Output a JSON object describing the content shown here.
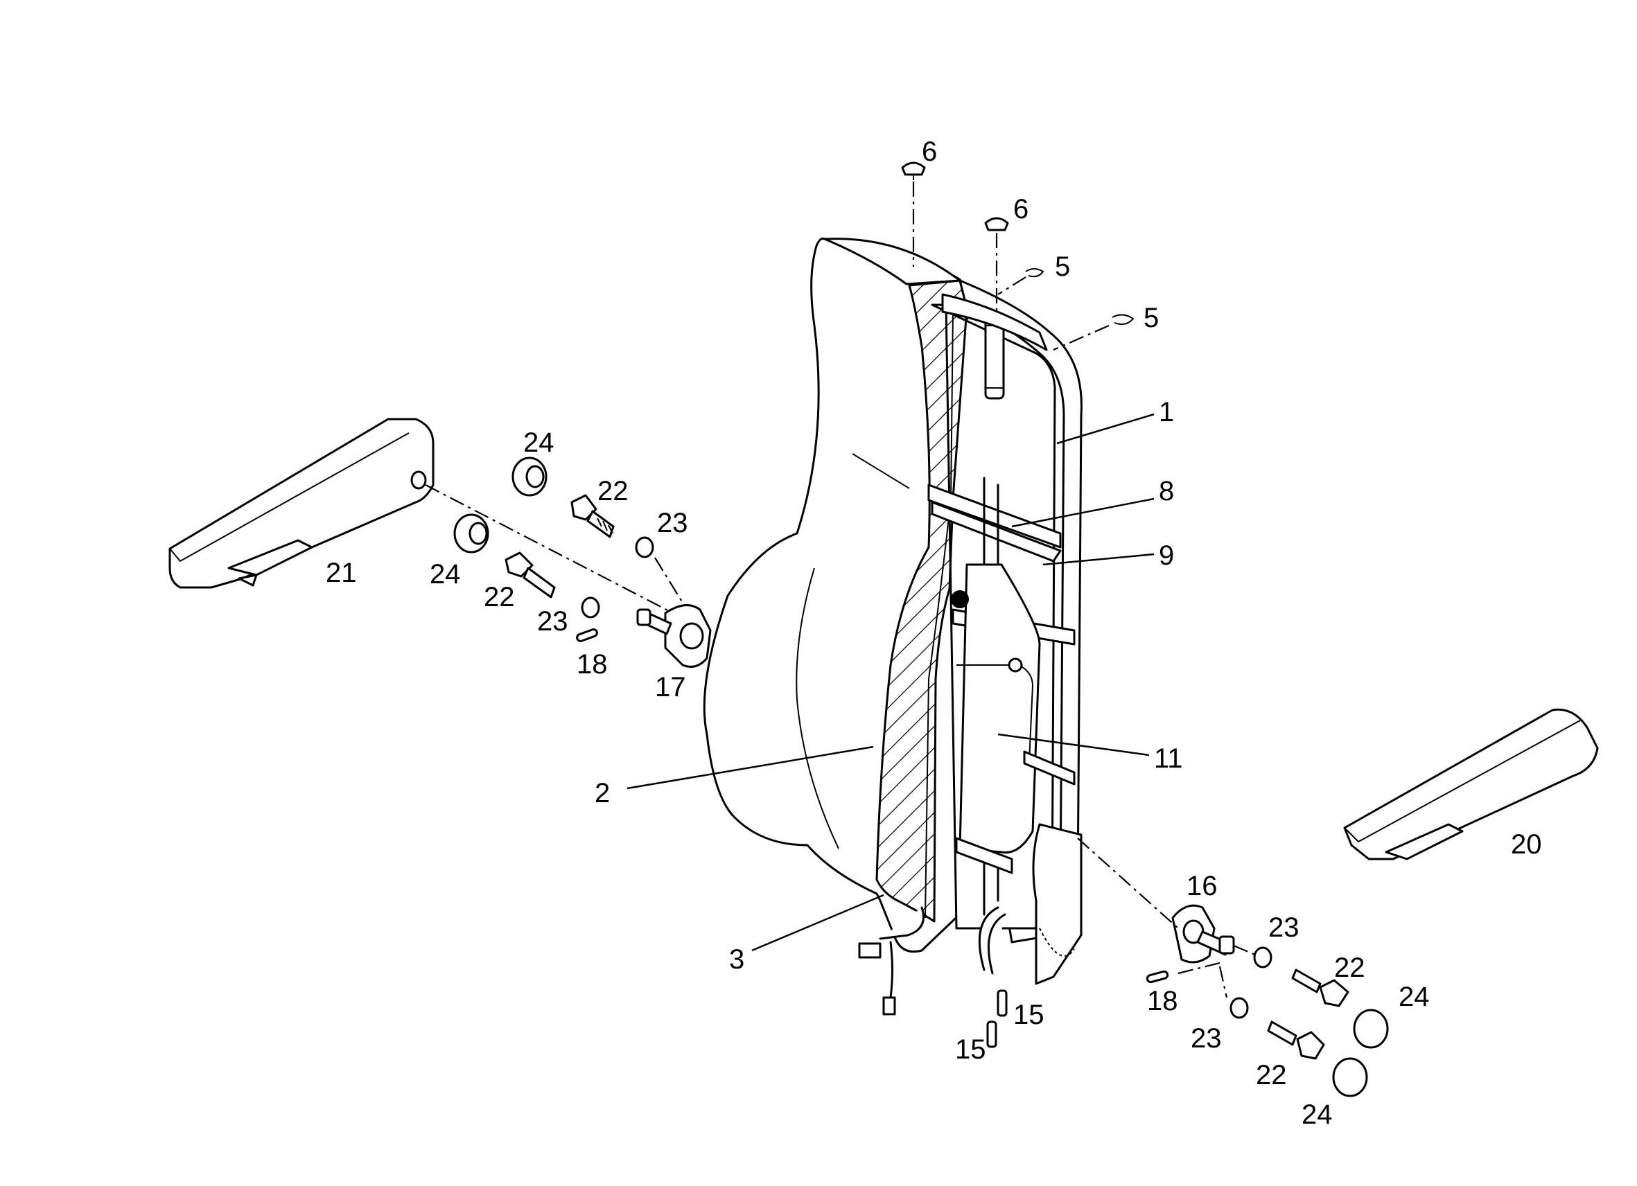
{
  "callouts": [
    {
      "id": "c-6-a",
      "text": "6"
    },
    {
      "id": "c-6-b",
      "text": "6"
    },
    {
      "id": "c-5-a",
      "text": "5"
    },
    {
      "id": "c-5-b",
      "text": "5"
    },
    {
      "id": "c-1",
      "text": "1"
    },
    {
      "id": "c-8",
      "text": "8"
    },
    {
      "id": "c-9",
      "text": "9"
    },
    {
      "id": "c-11",
      "text": "11"
    },
    {
      "id": "c-2",
      "text": "2"
    },
    {
      "id": "c-3",
      "text": "3"
    },
    {
      "id": "c-21",
      "text": "21"
    },
    {
      "id": "c-24-a",
      "text": "24"
    },
    {
      "id": "c-22-a",
      "text": "22"
    },
    {
      "id": "c-23-a",
      "text": "23"
    },
    {
      "id": "c-24-b",
      "text": "24"
    },
    {
      "id": "c-22-b",
      "text": "22"
    },
    {
      "id": "c-23-b",
      "text": "23"
    },
    {
      "id": "c-18-a",
      "text": "18"
    },
    {
      "id": "c-17",
      "text": "17"
    },
    {
      "id": "c-20",
      "text": "20"
    },
    {
      "id": "c-16",
      "text": "16"
    },
    {
      "id": "c-23-c",
      "text": "23"
    },
    {
      "id": "c-22-c",
      "text": "22"
    },
    {
      "id": "c-24-c",
      "text": "24"
    },
    {
      "id": "c-18-b",
      "text": "18"
    },
    {
      "id": "c-23-d",
      "text": "23"
    },
    {
      "id": "c-22-d",
      "text": "22"
    },
    {
      "id": "c-24-d",
      "text": "24"
    },
    {
      "id": "c-15-a",
      "text": "15"
    },
    {
      "id": "c-15-b",
      "text": "15"
    }
  ]
}
